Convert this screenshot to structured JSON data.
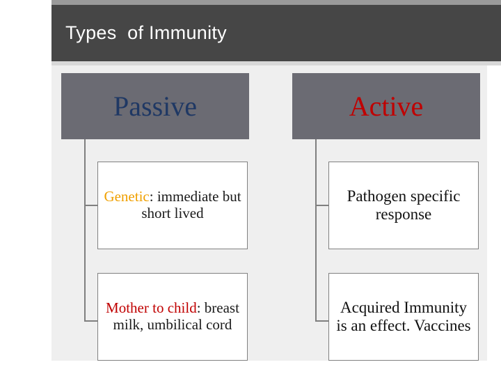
{
  "slide": {
    "title": "Types  of Immunity"
  },
  "colors": {
    "title_bar": "#464646",
    "header_box": "#6b6b73",
    "passive_text": "#1f3864",
    "active_text": "#c00000",
    "keyword_orange": "#f0a000",
    "keyword_red": "#c00000",
    "connector": "#7f7f7f",
    "panel": "#efefef"
  },
  "branches": [
    {
      "header": "Passive",
      "items": [
        {
          "keyword": "Genetic",
          "keyword_color": "orange",
          "separator": ":",
          "rest": "immediate but short lived"
        },
        {
          "keyword": "Mother to child",
          "keyword_color": "red",
          "separator": ":",
          "rest": "breast milk, umbilical cord"
        }
      ]
    },
    {
      "header": "Active",
      "items": [
        {
          "keyword": "",
          "keyword_color": "none",
          "separator": "",
          "rest": "Pathogen specific response"
        },
        {
          "keyword": "",
          "keyword_color": "none",
          "separator": "",
          "rest": "Acquired Immunity is an effect. Vaccines"
        }
      ]
    }
  ]
}
